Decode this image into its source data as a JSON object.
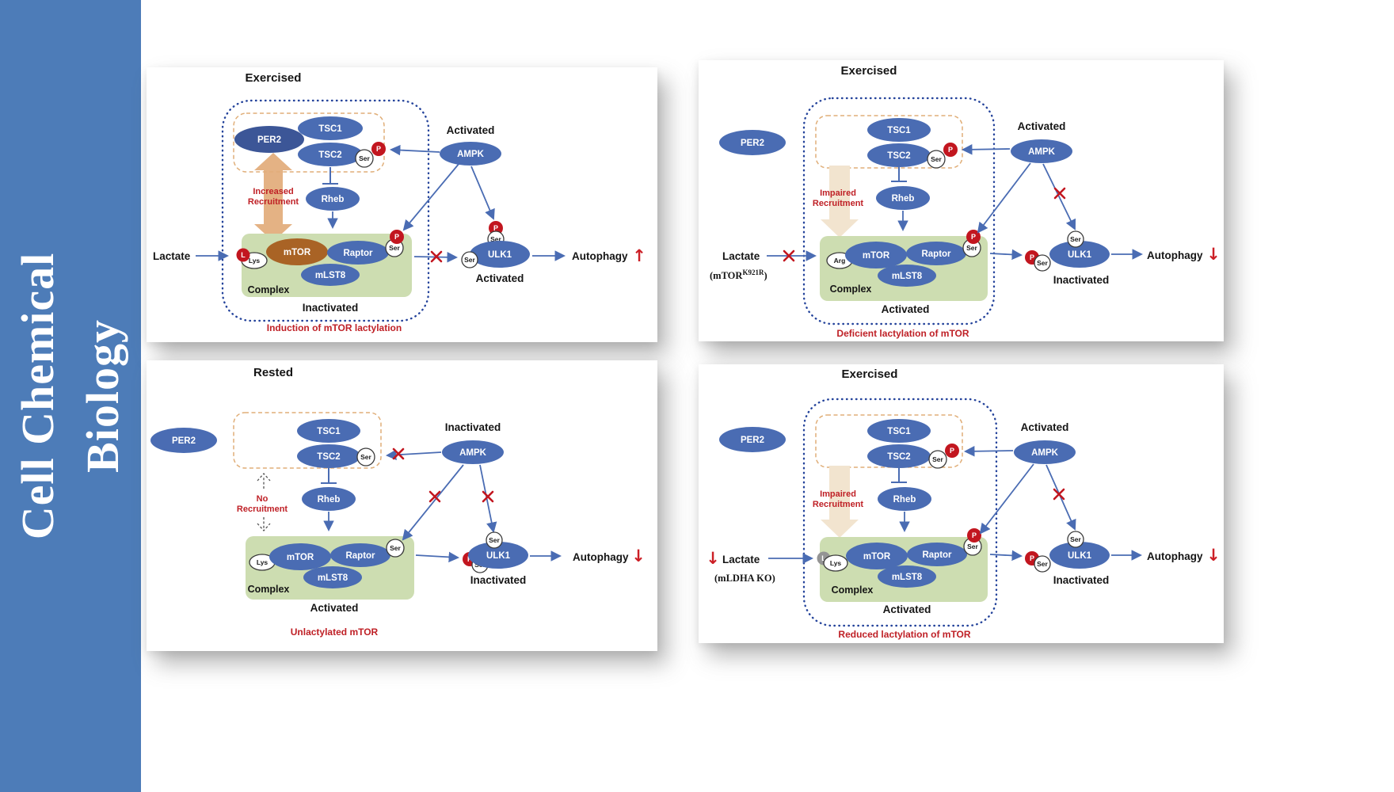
{
  "sidebar": {
    "line1": "Cell Chemical",
    "line2": "Biology"
  },
  "labels": {
    "per2": "PER2",
    "tsc1": "TSC1",
    "tsc2": "TSC2",
    "ser": "Ser",
    "p": "P",
    "l": "L",
    "ampk": "AMPK",
    "rheb": "Rheb",
    "mtor": "mTOR",
    "raptor": "Raptor",
    "mlst8": "mLST8",
    "ulk1": "ULK1",
    "lys": "Lys",
    "arg": "Arg",
    "complex": "Complex",
    "lactate": "Lactate",
    "autophagy": "Autophagy"
  },
  "panels": {
    "p1": {
      "title": "Exercised",
      "ampk_state": "Activated",
      "recruit_line1": "Increased",
      "recruit_line2": "Recruitment",
      "complex_state": "Inactivated",
      "ulk1_state": "Activated",
      "autophagy_dir": "↑",
      "caption": "Induction of mTOR lactylation"
    },
    "p2": {
      "title": "Exercised",
      "ampk_state": "Activated",
      "recruit_line1": "Impaired",
      "recruit_line2": "Recruitment",
      "complex_state": "Activated",
      "ulk1_state": "Inactivated",
      "autophagy_dir": "↓",
      "lactate_note_pre": "(mTOR",
      "lactate_note_sup": "K921R",
      "lactate_note_post": ")",
      "caption": "Deficient lactylation of mTOR"
    },
    "p3": {
      "title": "Rested",
      "ampk_state": "Inactivated",
      "recruit_line1": "No",
      "recruit_line2": "Recruitment",
      "complex_state": "Activated",
      "ulk1_state": "Inactivated",
      "autophagy_dir": "↓",
      "caption": "Unlactylated mTOR"
    },
    "p4": {
      "title": "Exercised",
      "ampk_state": "Activated",
      "recruit_line1": "Impaired",
      "recruit_line2": "Recruitment",
      "complex_state": "Activated",
      "ulk1_state": "Inactivated",
      "autophagy_dir": "↓",
      "lactate_prefix": "↓",
      "lactate_note": "(mLDHA KO)",
      "caption": "Reduced lactylation of mTOR"
    }
  },
  "colors": {
    "sidebar_blue": "#4d7cb8",
    "node_blue": "#4a6cb3",
    "per2_dark_blue": "#3c5697",
    "mtor_brown": "#a96325",
    "complex_green": "#cdddb1",
    "accent_red": "#c2161f",
    "arrow_blue": "#4a6cb3",
    "recruit_tan": "#e2ab79",
    "dotted_border_blue": "#24439b",
    "dashed_border_tan": "#e0ae78",
    "gray_badge": "#949494"
  }
}
